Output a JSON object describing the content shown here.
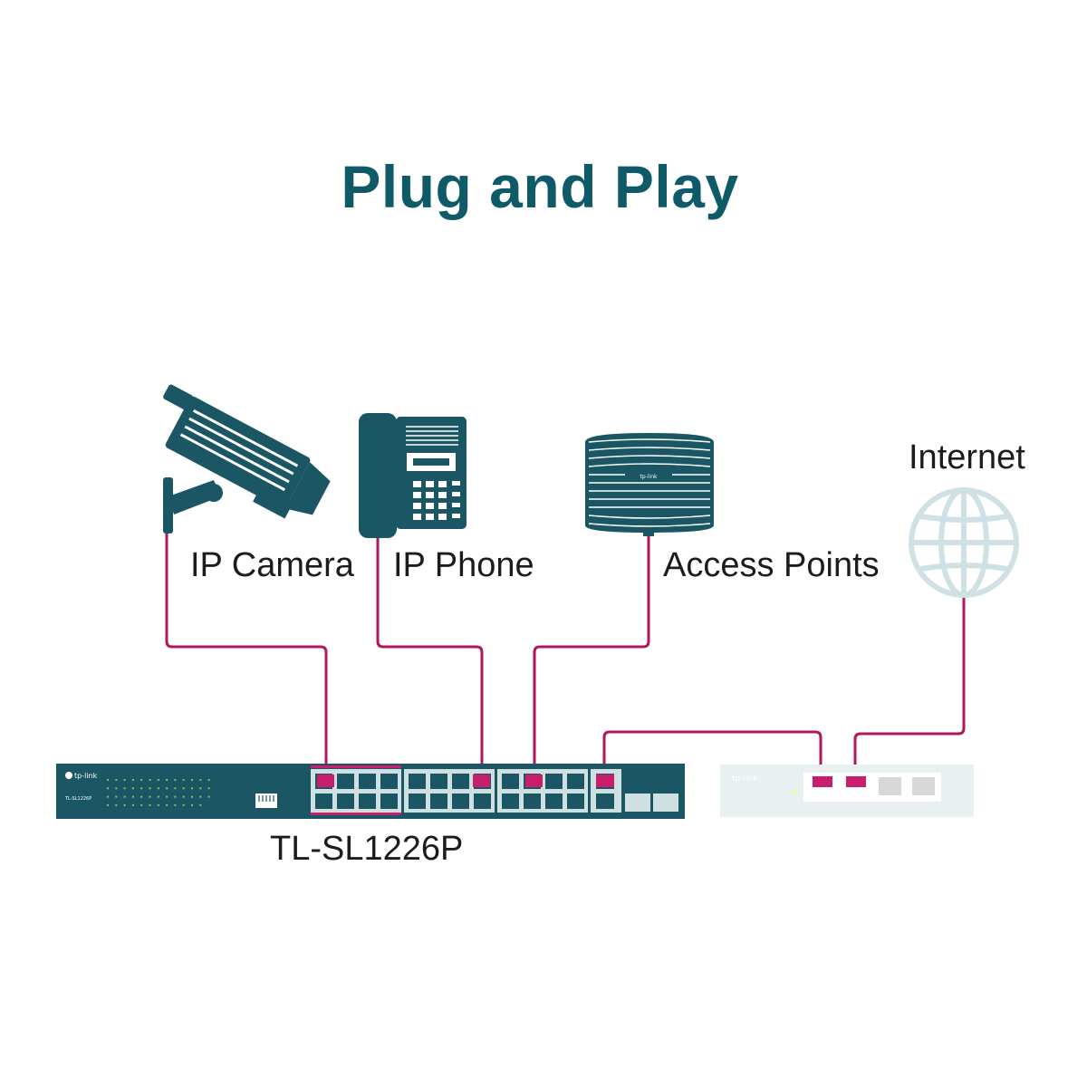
{
  "title": "Plug and Play",
  "devices": {
    "camera": "IP Camera",
    "phone": "IP Phone",
    "access_points": "Access Points",
    "internet": "Internet"
  },
  "switch": {
    "model": "TL-SL1226P",
    "brand": "tp-link",
    "front_model_text": "TL-SL1226P"
  },
  "router": {
    "brand": "tp-link"
  },
  "access_point": {
    "brand": "tp-link"
  },
  "colors": {
    "title": "#0e5a68",
    "device": "#1a5663",
    "cable": "#b0175f",
    "port_highlight": "#c81e6b",
    "router_body": "#e9f0f1",
    "globe": "#cfe1e5"
  }
}
